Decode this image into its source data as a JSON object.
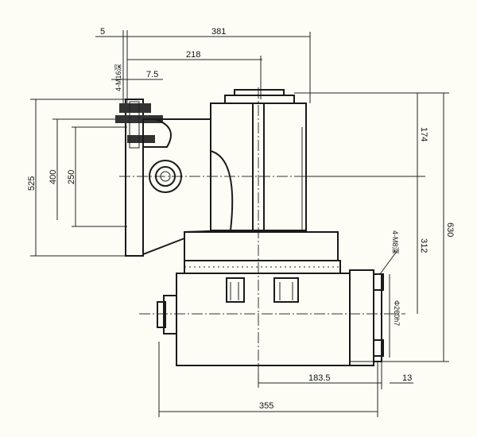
{
  "drawing": {
    "dimensions_top": {
      "offset": "5",
      "overall_width": "381",
      "center_distance": "218",
      "bolt_offset": "7.5"
    },
    "dimensions_left": {
      "flange_height": "525",
      "bolt_spacing": "400",
      "pilot_height": "250"
    },
    "dimensions_right": {
      "upper_height": "174",
      "center_height": "312",
      "overall_height": "630",
      "bolt_note_right": "4-M8深",
      "pilot_diameter": "Φ260h7"
    },
    "dimensions_bottom": {
      "spindle_offset": "183.5",
      "flange_thickness": "13",
      "body_length": "355"
    },
    "bolt_note_left": "4-M16深"
  }
}
